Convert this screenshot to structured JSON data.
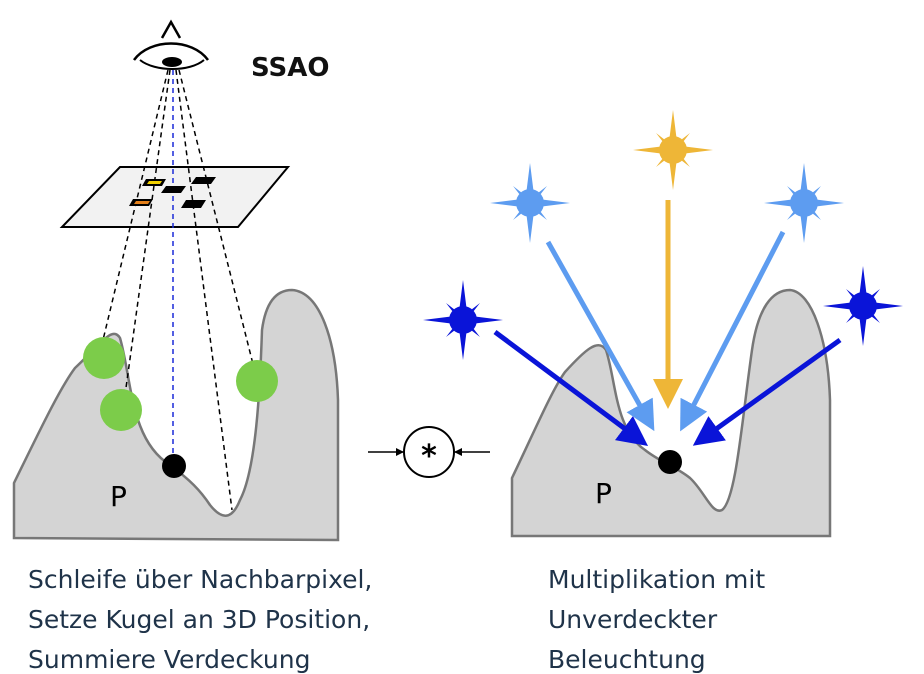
{
  "title": "SSAO",
  "point_label_left": "P",
  "point_label_right": "P",
  "operator_symbol": "*",
  "caption_left": [
    "Schleife über Nachbarpixel,",
    "Setze Kugel an 3D Position,",
    "Summiere Verdeckung"
  ],
  "caption_right": [
    "Multiplikation mit",
    "Unverdeckter",
    "Beleuchtung"
  ],
  "colors": {
    "terrain_fill": "#d4d4d4",
    "terrain_stroke": "#777777",
    "sphere_green": "#7ccc4a",
    "light_dark_blue": "#0a14d8",
    "light_mid_blue": "#5d9cf0",
    "light_yellow": "#eeb637",
    "caption_text": "#1f3349"
  }
}
